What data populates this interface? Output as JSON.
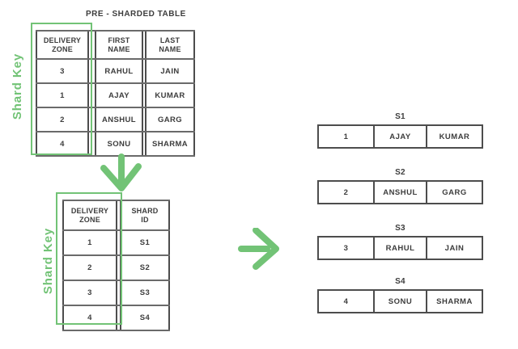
{
  "colors": {
    "green": "#72c376",
    "border": "#4d4d4d",
    "rowline": "#6a6a6a",
    "text": "#3d3d3d"
  },
  "pre_sharded": {
    "title": "PRE - SHARDED TABLE",
    "shard_key_label": "Shard Key",
    "headers": [
      "DELIVERY\nZONE",
      "FIRST\nNAME",
      "LAST\nNAME"
    ],
    "rows": [
      [
        "3",
        "RAHUL",
        "JAIN"
      ],
      [
        "1",
        "AJAY",
        "KUMAR"
      ],
      [
        "2",
        "ANSHUL",
        "GARG"
      ],
      [
        "4",
        "SONU",
        "SHARMA"
      ]
    ]
  },
  "mapping": {
    "shard_key_label": "Shard Key",
    "headers": [
      "DELIVERY\nZONE",
      "SHARD\nID"
    ],
    "rows": [
      [
        "1",
        "S1"
      ],
      [
        "2",
        "S2"
      ],
      [
        "3",
        "S3"
      ],
      [
        "4",
        "S4"
      ]
    ]
  },
  "shards": [
    {
      "label": "S1",
      "cells": [
        "1",
        "AJAY",
        "KUMAR"
      ]
    },
    {
      "label": "S2",
      "cells": [
        "2",
        "ANSHUL",
        "GARG"
      ]
    },
    {
      "label": "S3",
      "cells": [
        "3",
        "RAHUL",
        "JAIN"
      ]
    },
    {
      "label": "S4",
      "cells": [
        "4",
        "SONU",
        "SHARMA"
      ]
    }
  ]
}
